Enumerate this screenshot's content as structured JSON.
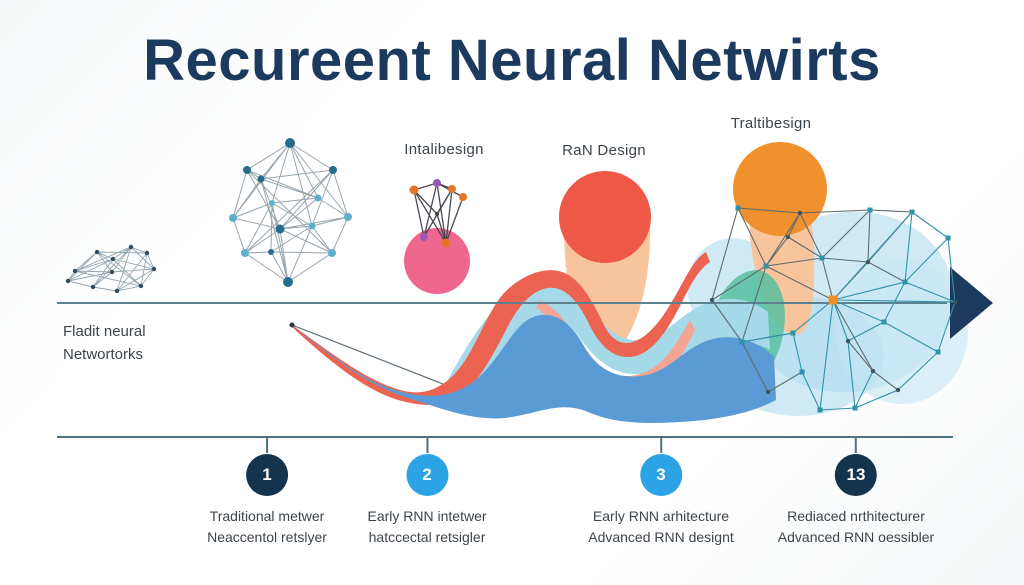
{
  "title": "Recureent Neural Netwirts",
  "annotations": {
    "flat_networks": [
      "Fladit neural",
      "Networtorks"
    ],
    "label_initial_design": "Intalibesign",
    "label_rnn_design": "RaN Design",
    "label_trait_design": "Traltibesign"
  },
  "timeline": {
    "milestones": [
      {
        "number": "1",
        "line1": "Traditional metwer",
        "line2": "Neaccentol retslyer"
      },
      {
        "number": "2",
        "line1": "Early RNN intetwer",
        "line2": "hatccectal retsigler"
      },
      {
        "number": "3",
        "line1": "Early RNN arhitecture",
        "line2": "Advanced RNN designt"
      },
      {
        "number": "13",
        "line1": "Rediaced nrthitecturer",
        "line2": "Advanced RNN oessibler"
      }
    ]
  },
  "icons": {
    "arrow": "right-arrow-icon",
    "graphics": [
      "mesh-network",
      "polyhedral-network",
      "pink-node-graph",
      "flow-ribbons",
      "teal-network"
    ]
  },
  "palette": {
    "navy": "#1c3a5e",
    "badge-navy": "#14344e",
    "badge-blue": "#2ba3e4",
    "text": "#3d444b",
    "axis": "#5d808f",
    "tline": "#4f7081",
    "ribbon-red": "#ec6451",
    "ribbon-salmon": "#f4a492",
    "ribbon-cyan": "#a5d9e8",
    "ribbon-blue": "#5b9bd5",
    "peach": "#f7c49c",
    "red-circle": "#ee5847",
    "orange-circle": "#f0912d",
    "pink-circle": "#ef678f",
    "blob-blue": "#a9d9ec",
    "blob-blue2": "#c5e6f3",
    "blob-teal": "#57c0a0",
    "mesh-edge": "#93a4ae",
    "mesh-node": "#2e4c5c",
    "lnet-edge": "#98a5ad",
    "lnet-node-dark": "#256d8d",
    "lnet-node-light": "#5fb0cd",
    "graph-edge": "#4a4a55",
    "purple-node": "#9b59b6",
    "orange-node-sm": "#e67426",
    "rnet-edge-dark": "#5f6a6d",
    "rnet-edge-teal": "#2e93a8",
    "rnet-node": "#2e93a8",
    "rnet-node-dark": "#3e5560",
    "orange-node": "#ef8f2b",
    "connector": "#5a6a72"
  }
}
